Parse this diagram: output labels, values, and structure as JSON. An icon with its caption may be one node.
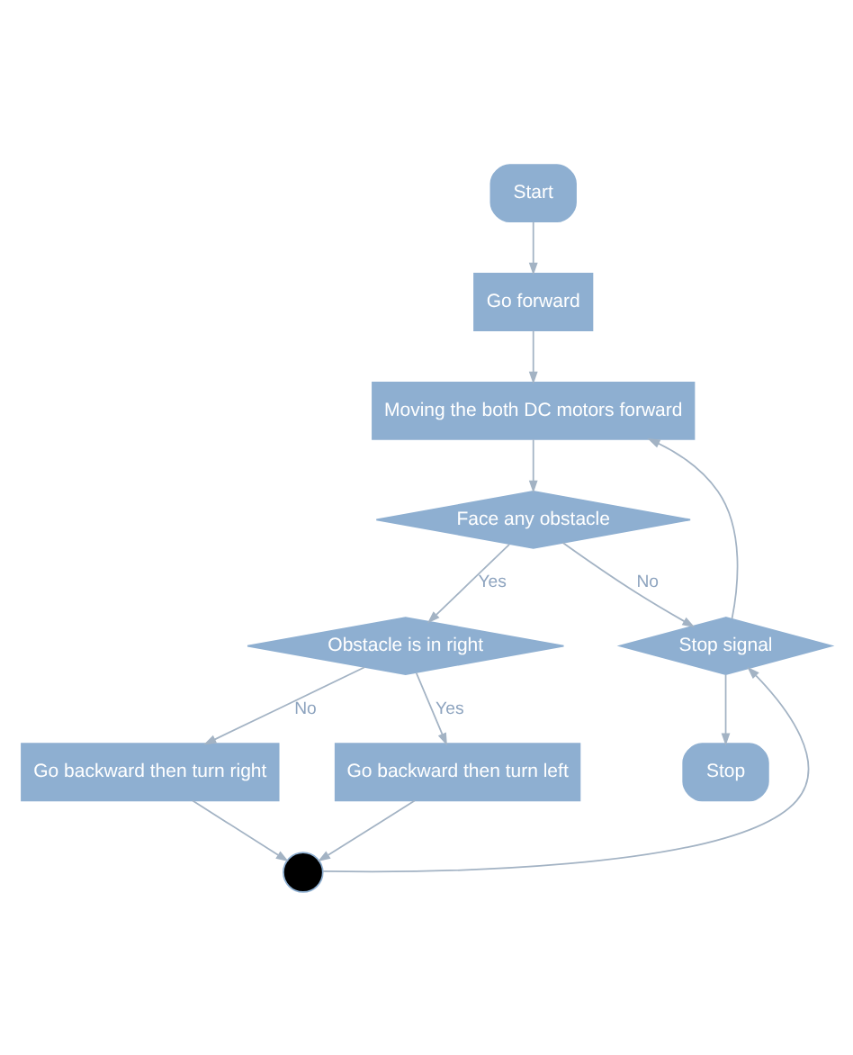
{
  "diagram": {
    "nodes": [
      {
        "text": [
          "Start"
        ]
      },
      {
        "text": [
          "Go forward"
        ]
      },
      {
        "text": [
          "Moving the both DC motors forward"
        ]
      },
      {
        "text": [
          "Face any obstacle"
        ]
      },
      {
        "text": [
          "Obstacle is in right"
        ]
      },
      {
        "text": [
          "Go backward then turn right"
        ]
      },
      {
        "text": [
          "Stop signal"
        ]
      },
      {
        "text": [
          "Go backward then turn left"
        ]
      },
      {
        "text": [
          "Stop"
        ]
      },
      {
        "text": [],
        "shape": "circle"
      }
    ],
    "edges": [
      {
        "from": 0,
        "to": 1,
        "arrow": "to"
      },
      {
        "from": 1,
        "to": 2,
        "arrow": "to"
      },
      {
        "from": 2,
        "to": 3,
        "arrow": "to"
      },
      {
        "from": 3,
        "to": 4,
        "arrow": "to",
        "label": "Yes"
      },
      {
        "from": 3,
        "to": 6,
        "arrow": "to",
        "label": "No"
      },
      {
        "from": 4,
        "to": 5,
        "arrow": "to",
        "label": "No"
      },
      {
        "from": 4,
        "to": 7,
        "arrow": "to",
        "label": "Yes"
      },
      {
        "from": 5,
        "to": 9,
        "arrow": "to"
      },
      {
        "from": 7,
        "to": 9,
        "arrow": "to"
      },
      {
        "from": 9,
        "to": 6,
        "arrow": "to"
      },
      {
        "from": 6,
        "to": 8,
        "arrow": "to"
      },
      {
        "from": 6,
        "to": 2,
        "arrow": "to"
      }
    ]
  }
}
